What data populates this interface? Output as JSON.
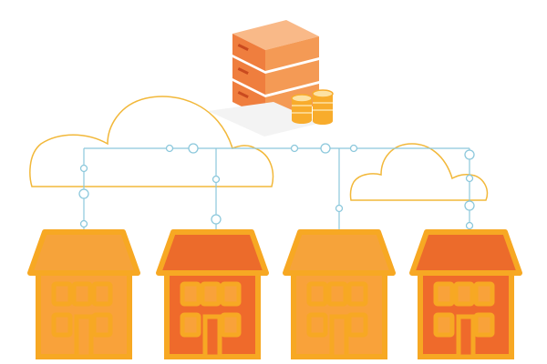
{
  "diagram": {
    "server": {
      "icon": "server-rack-icon",
      "units": 3,
      "coin_stacks": 2
    },
    "clouds": [
      {
        "icon": "cloud-icon"
      },
      {
        "icon": "cloud-icon"
      }
    ],
    "buildings": [
      {
        "icon": "building-icon",
        "variant": "light"
      },
      {
        "icon": "building-icon",
        "variant": "dark"
      },
      {
        "icon": "building-icon",
        "variant": "light"
      },
      {
        "icon": "building-icon",
        "variant": "dark"
      }
    ],
    "colors": {
      "accent": "#f7a823",
      "server_light": "#f7a35c",
      "server_mid": "#f07a3c",
      "server_dark": "#e65a2a",
      "coin": "#f9b233",
      "line": "#8cc8dc",
      "cloud_stroke": "#f2b83a",
      "building_outline": "#f7a823",
      "building_light_fill": "#f9a23a",
      "building_dark_fill": "#ef6a2b",
      "roof_light": "#f6a33a",
      "roof_dark": "#ec6b2b",
      "window_fill": "#f9a23a"
    }
  }
}
